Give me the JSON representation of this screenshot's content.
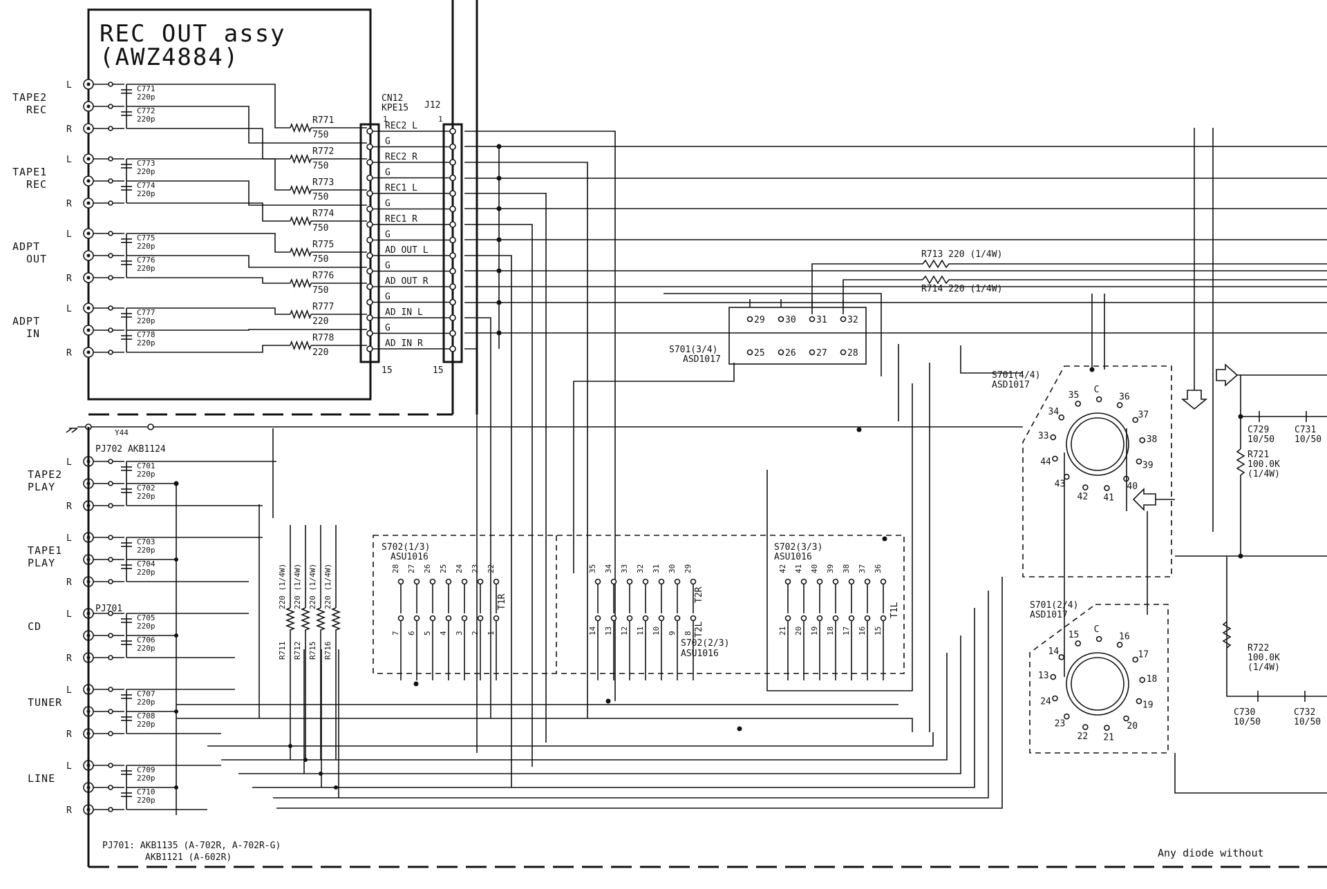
{
  "rec_out": {
    "title_line1": "REC OUT assy",
    "title_line2": "(AWZ4884)"
  },
  "connectors": {
    "cn12_name": "CN12",
    "cn12_part": "KPE15",
    "j12_name": "J12",
    "pin_first": "1",
    "pin_last": "15"
  },
  "signals": [
    "REC2 L",
    "G",
    "REC2 R",
    "G",
    "REC1 L",
    "G",
    "REC1 R",
    "G",
    "AD OUT L",
    "G",
    "AD OUT R",
    "G",
    "AD IN L",
    "G",
    "AD IN R"
  ],
  "rec_groups": [
    {
      "name_l1": "TAPE2",
      "name_l2": "REC",
      "caps": [
        {
          "ref": "C771",
          "val": "220p"
        },
        {
          "ref": "C772",
          "val": "220p"
        }
      ],
      "res": [
        {
          "ref": "R771",
          "val": "750"
        },
        {
          "ref": "R772",
          "val": "750"
        }
      ]
    },
    {
      "name_l1": "TAPE1",
      "name_l2": "REC",
      "caps": [
        {
          "ref": "C773",
          "val": "220p"
        },
        {
          "ref": "C774",
          "val": "220p"
        }
      ],
      "res": [
        {
          "ref": "R773",
          "val": "750"
        },
        {
          "ref": "R774",
          "val": "750"
        }
      ]
    },
    {
      "name_l1": "ADPT",
      "name_l2": "OUT",
      "caps": [
        {
          "ref": "C775",
          "val": "220p"
        },
        {
          "ref": "C776",
          "val": "220p"
        }
      ],
      "res": [
        {
          "ref": "R775",
          "val": "750"
        },
        {
          "ref": "R776",
          "val": "750"
        }
      ]
    },
    {
      "name_l1": "ADPT",
      "name_l2": "IN",
      "caps": [
        {
          "ref": "C777",
          "val": "220p"
        },
        {
          "ref": "C778",
          "val": "220p"
        }
      ],
      "res": [
        {
          "ref": "R777",
          "val": "220"
        },
        {
          "ref": "R778",
          "val": "220"
        }
      ]
    }
  ],
  "jack_letters": {
    "left": "L",
    "right": "R"
  },
  "play_groups": [
    {
      "name_l1": "TAPE2",
      "name_l2": "PLAY",
      "caps": [
        {
          "ref": "C701",
          "val": "220p"
        },
        {
          "ref": "C702",
          "val": "220p"
        }
      ]
    },
    {
      "name_l1": "TAPE1",
      "name_l2": "PLAY",
      "caps": [
        {
          "ref": "C703",
          "val": "220p"
        },
        {
          "ref": "C704",
          "val": "220p"
        }
      ]
    },
    {
      "name_l1": "CD",
      "name_l2": "",
      "caps": [
        {
          "ref": "C705",
          "val": "220p"
        },
        {
          "ref": "C706",
          "val": "220p"
        }
      ]
    },
    {
      "name_l1": "TUNER",
      "name_l2": "",
      "caps": [
        {
          "ref": "C707",
          "val": "220p"
        },
        {
          "ref": "C708",
          "val": "220p"
        }
      ]
    },
    {
      "name_l1": "LINE",
      "name_l2": "",
      "caps": [
        {
          "ref": "C709",
          "val": "220p"
        },
        {
          "ref": "C710",
          "val": "220p"
        }
      ]
    }
  ],
  "labels": {
    "y44": "Y44",
    "pj702": "PJ702 AKB1124",
    "pj701": "PJ701",
    "pj701_note1": "PJ701: AKB1135 (A-702R, A-702R-G)",
    "pj701_note2": "AKB1121 (A-602R)",
    "any_diode": "Any diode without",
    "r713": "R713 220 (1/4W)",
    "r714": "R714 220 (1/4W)",
    "s701_34": "S701(3/4)",
    "s701_34_part": "ASD1017",
    "s701_44": "S701(4/4)",
    "s701_44_part": "ASD1017",
    "s701_24": "S701(2/4)",
    "s701_24_part": "ASD1017",
    "s702_13": "S702(1/3)",
    "s702_13_part": "ASU1016",
    "s702_23": "S702(2/3)",
    "s702_23_part": "ASU1016",
    "s702_33": "S702(3/3)",
    "s702_33_part": "ASU1016",
    "t1r": "T1R",
    "t2r": "T2R",
    "t2l": "T2L",
    "t1l": "T1L",
    "c729": "C729",
    "c729_v": "10/50",
    "c731": "C731",
    "c731_v": "10/50",
    "c730": "C730",
    "c730_v": "10/50",
    "c732": "C732",
    "c732_v": "10/50",
    "r721": "R721",
    "r721_v1": "100.0K",
    "r721_v2": "(1/4W)",
    "r722": "R722",
    "r722_v1": "100.0K",
    "r722_v2": "(1/4W)",
    "r711": "R711",
    "r712": "R712",
    "r715": "R715",
    "r716": "R716",
    "r71x_val": "220 (1/4W)"
  },
  "s701_34_pins": [
    "29",
    "30",
    "31",
    "32",
    "25",
    "26",
    "27",
    "28"
  ],
  "s701_44_pins": [
    "35",
    "C",
    "36",
    "37",
    "38",
    "39",
    "40",
    "41",
    "42",
    "43",
    "44",
    "33",
    "34"
  ],
  "s701_24_pins": [
    "15",
    "C",
    "16",
    "17",
    "18",
    "19",
    "20",
    "21",
    "22",
    "23",
    "24",
    "13",
    "14"
  ],
  "s702_13_top": [
    "28",
    "27",
    "26",
    "25",
    "24",
    "23",
    "22"
  ],
  "s702_13_bot": [
    "7",
    "6",
    "5",
    "4",
    "3",
    "2",
    "1"
  ],
  "s702_23_top": [
    "35",
    "34",
    "33",
    "32",
    "31",
    "30",
    "29"
  ],
  "s702_23_bot": [
    "14",
    "13",
    "12",
    "11",
    "10",
    "9",
    "8"
  ],
  "s702_33_top": [
    "42",
    "41",
    "40",
    "39",
    "38",
    "37",
    "36"
  ],
  "s702_33_bot": [
    "21",
    "20",
    "19",
    "18",
    "17",
    "16",
    "15"
  ]
}
